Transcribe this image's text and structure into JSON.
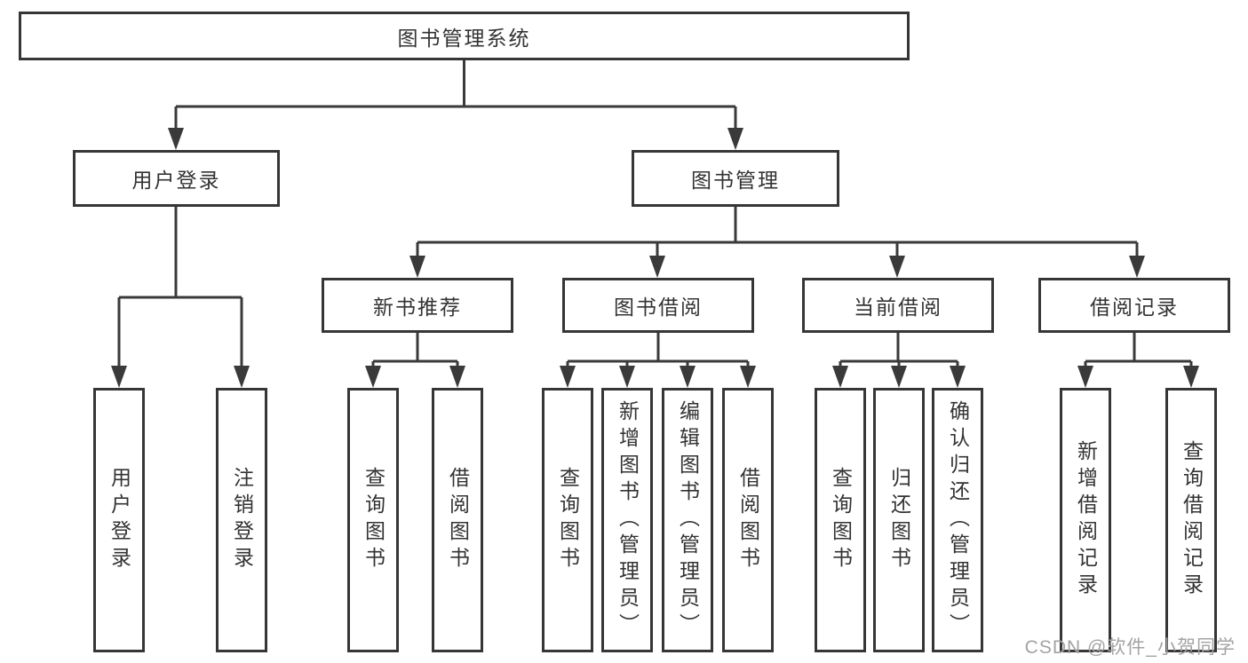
{
  "diagram": {
    "root": {
      "label": "图书管理系统",
      "children": [
        {
          "label": "用户登录",
          "children": [
            {
              "label": "用户登录"
            },
            {
              "label": "注销登录"
            }
          ]
        },
        {
          "label": "图书管理",
          "children": [
            {
              "label": "新书推荐",
              "children": [
                {
                  "label": "查询图书"
                },
                {
                  "label": "借阅图书"
                }
              ]
            },
            {
              "label": "图书借阅",
              "children": [
                {
                  "label": "查询图书"
                },
                {
                  "label": "新增图书（管理员）"
                },
                {
                  "label": "编辑图书（管理员）"
                },
                {
                  "label": "借阅图书"
                }
              ]
            },
            {
              "label": "当前借阅",
              "children": [
                {
                  "label": "查询图书"
                },
                {
                  "label": "归还图书"
                },
                {
                  "label": "确认归还（管理员）"
                }
              ]
            },
            {
              "label": "借阅记录",
              "children": [
                {
                  "label": "新增借阅记录"
                },
                {
                  "label": "查询借阅记录"
                }
              ]
            }
          ]
        }
      ]
    }
  },
  "watermark": {
    "text": "CSDN @软件_小贺同学"
  },
  "colors": {
    "line": "#3a3a3a",
    "border": "#363636",
    "text": "#333333",
    "background": "#ffffff",
    "watermark": "#a3a3a3"
  }
}
